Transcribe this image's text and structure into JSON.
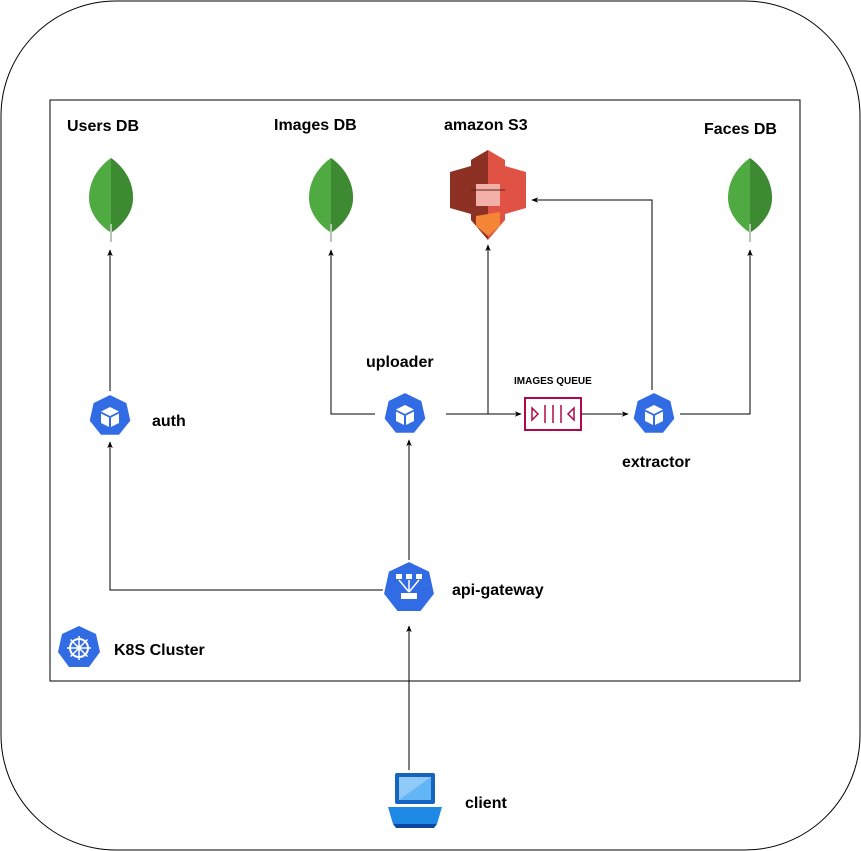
{
  "labels": {
    "users_db": "Users DB",
    "images_db": "Images DB",
    "amazon_s3": "amazon S3",
    "faces_db": "Faces DB",
    "uploader": "uploader",
    "images_queue": "IMAGES QUEUE",
    "auth": "auth",
    "extractor": "extractor",
    "api_gateway": "api-gateway",
    "k8s_cluster": "K8S Cluster",
    "client": "client"
  },
  "icons": {
    "database": "mongodb-leaf-icon",
    "storage": "amazon-s3-icon",
    "service": "kubernetes-pod-icon",
    "queue": "message-queue-icon",
    "gateway": "api-gateway-icon",
    "cluster": "kubernetes-helm-icon",
    "client": "laptop-icon"
  },
  "colors": {
    "k8s_blue": "#326CE5",
    "mongo_green": "#4FAA41",
    "mongo_dark_green": "#3E8A33",
    "s3_red": "#E05243",
    "s3_dark_red": "#8C3123",
    "queue_magenta": "#B0084D",
    "laptop_blue": "#1E88E5"
  }
}
